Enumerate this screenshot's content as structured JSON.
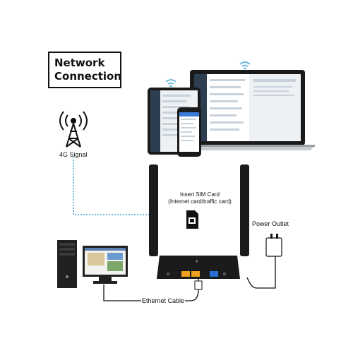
{
  "title": {
    "line1": "Network",
    "line2": "Connection"
  },
  "labels": {
    "signal": "4G Signal",
    "sim_line1": "Insert SIM Card",
    "sim_line2": "(Internet card/traffic card)",
    "power": "Power Outlet",
    "ethernet": "Ethernet Cable"
  },
  "icons": {
    "tower": "cell-tower-icon",
    "wifi": "wifi-icon",
    "sim": "sim-card-icon",
    "plug": "power-plug-icon"
  },
  "colors": {
    "signal_line": "#3aa0d8",
    "router_body": "#1b1b1b",
    "lan_port": "#f0a020",
    "wan_port": "#2a6fd6",
    "wifi": "#5ab0d8"
  }
}
